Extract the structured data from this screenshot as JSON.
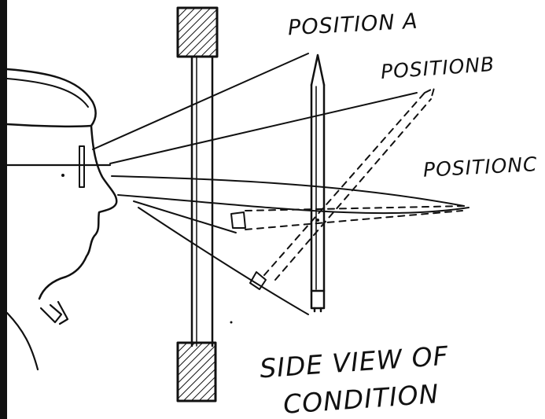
{
  "labels": {
    "position_a": "POSITION A",
    "position_b": "POSITIONB",
    "position_c": "POSITIONC"
  },
  "caption": {
    "line1": "SIDE VIEW OF",
    "line2": "CONDITION"
  },
  "colors": {
    "ink": "#111111",
    "paper": "#ffffff"
  }
}
